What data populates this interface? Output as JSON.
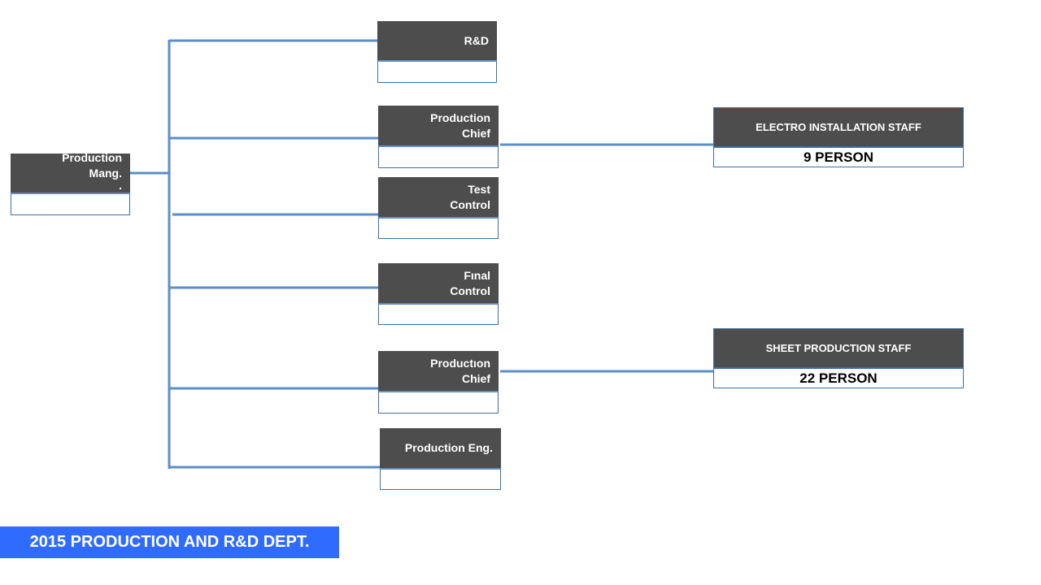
{
  "colors": {
    "connector": "#5b8fc7",
    "node_header": "#4d4d4d",
    "node_border": "#3d6fa3",
    "banner": "#2f6bff"
  },
  "root": {
    "lines": [
      "Production",
      "Mang.",
      "."
    ]
  },
  "departments": [
    {
      "id": "rnd",
      "lines": [
        "R&D"
      ]
    },
    {
      "id": "production-chief-1",
      "lines": [
        "Production",
        "Chief"
      ]
    },
    {
      "id": "test-control",
      "lines": [
        "Test",
        "Control"
      ]
    },
    {
      "id": "final-control",
      "lines": [
        "Fınal",
        "Control"
      ]
    },
    {
      "id": "production-chief-2",
      "lines": [
        "Productıon",
        "Chief"
      ]
    },
    {
      "id": "production-eng",
      "lines": [
        "Production Eng."
      ]
    }
  ],
  "staff": [
    {
      "id": "electro",
      "title": "ELECTRO INSTALLATION STAFF",
      "count": "9 PERSON"
    },
    {
      "id": "sheet",
      "title": "SHEET PRODUCTION STAFF",
      "count": "22 PERSON"
    }
  ],
  "banner": {
    "text": "2015 PRODUCTION AND R&D DEPT."
  }
}
